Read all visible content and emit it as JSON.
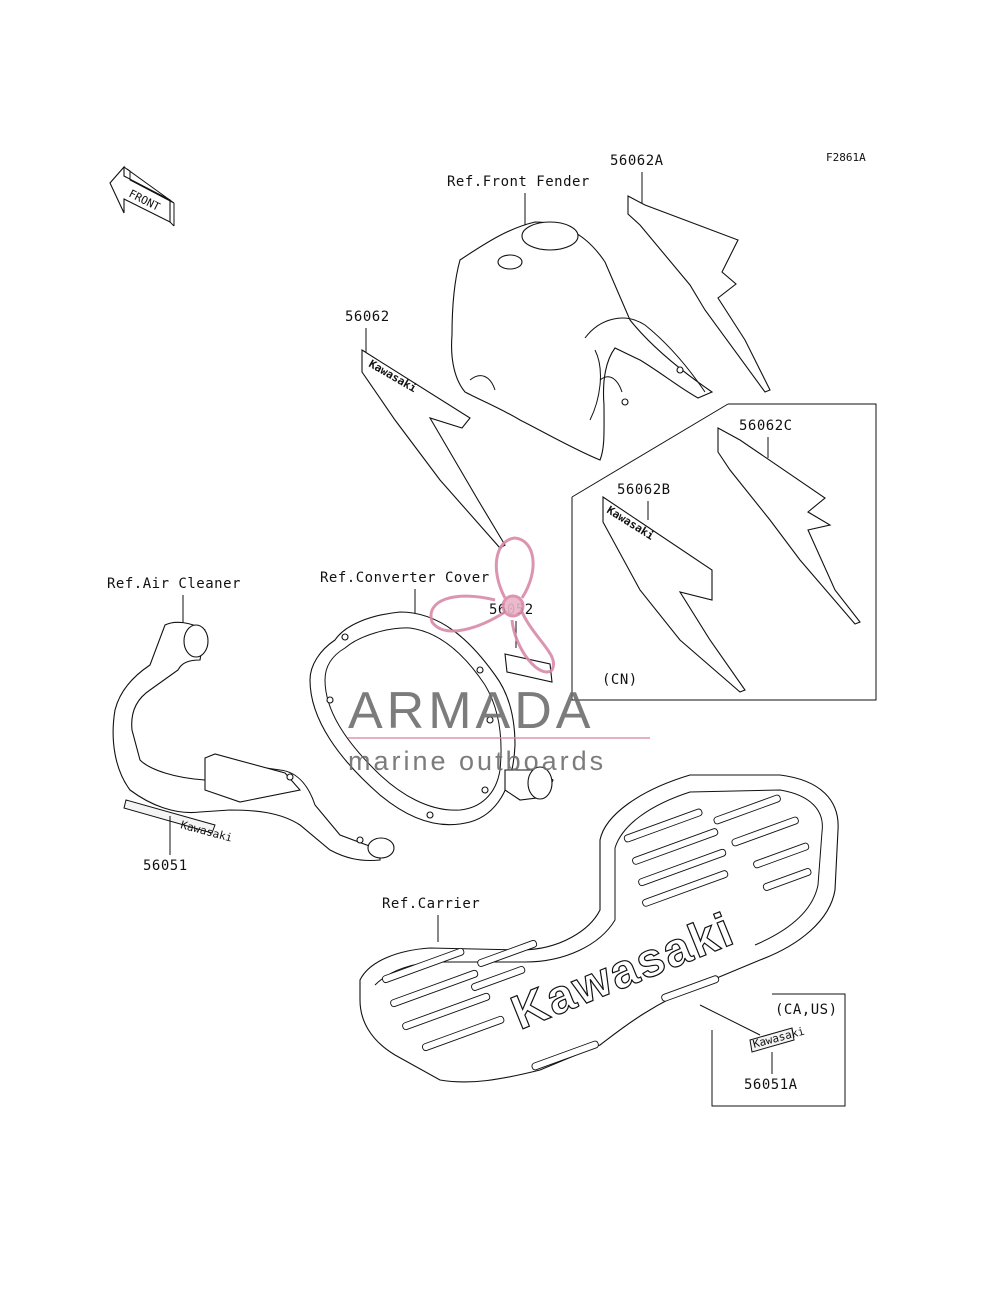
{
  "figure_code": "F2861A",
  "front_label": "FRONT",
  "labels": {
    "ref_front_fender": "Ref.Front Fender",
    "ref_air_cleaner": "Ref.Air Cleaner",
    "ref_converter_cover": "Ref.Converter Cover",
    "ref_carrier": "Ref.Carrier"
  },
  "parts": {
    "p56062A": "56062A",
    "p56062": "56062",
    "p56062C": "56062C",
    "p56062B": "56062B",
    "p56052": "56052",
    "p56051": "56051",
    "p56051A": "56051A"
  },
  "region_notes": {
    "cn": "(CN)",
    "ca_us": "(CA,US)"
  },
  "decal_text": {
    "brand": "Kawasaki"
  },
  "watermark": {
    "title": "ARMADA",
    "subtitle": "marine outboards",
    "accent_color": "#d98aa8",
    "text_color": "#6e6e6e"
  }
}
